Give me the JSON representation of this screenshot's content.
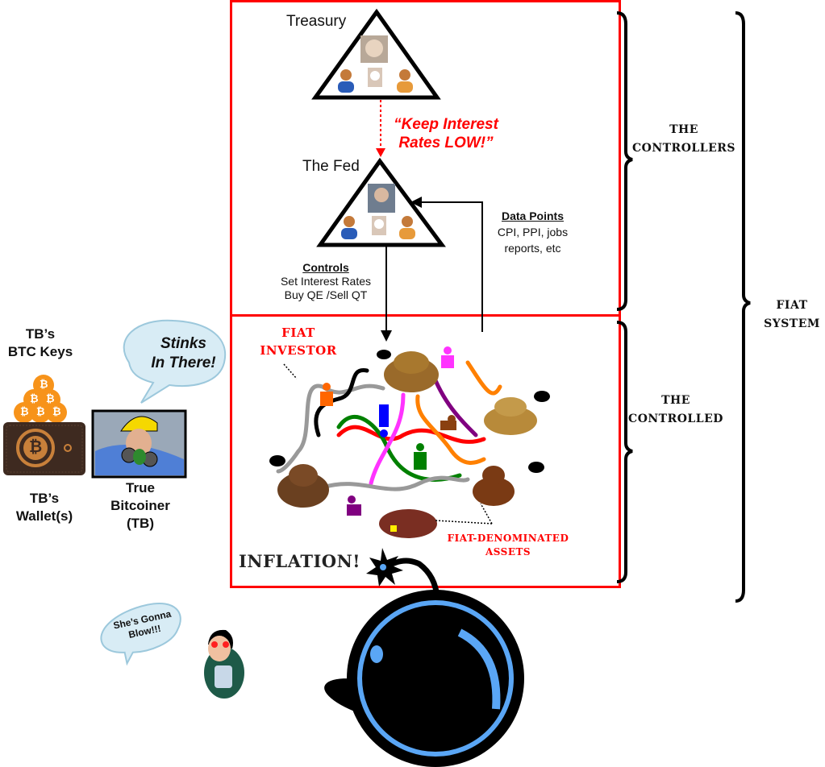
{
  "controllers": {
    "treasury_label": "Treasury",
    "fed_label": "The Fed",
    "directive_quote_line1": "“Keep Interest",
    "directive_quote_line2": "Rates LOW!”",
    "controls_title": "Controls",
    "controls_line1": "Set Interest Rates",
    "controls_line2": "Buy QE /Sell QT",
    "data_points_title": "Data Points",
    "data_points_line1": "CPI, PPI, jobs",
    "data_points_line2": "reports, etc"
  },
  "controlled": {
    "fiat_investor_line1": "FIAT",
    "fiat_investor_line2": "INVESTOR",
    "assets_line1": "FIAT-DENOMINATED",
    "assets_line2": "ASSETS",
    "inflation_label": "INFLATION!"
  },
  "brackets": {
    "controllers_line1": "THE",
    "controllers_line2": "CONTROLLERS",
    "controlled_line1": "THE",
    "controlled_line2": "CONTROLLED",
    "system_line1": "FIAT",
    "system_line2": "SYSTEM"
  },
  "bitcoiner": {
    "keys_line1": "TB’s",
    "keys_line2": "BTC Keys",
    "wallet_line1": "TB’s",
    "wallet_line2": "Wallet(s)",
    "tb_line1": "True",
    "tb_line2": "Bitcoiner",
    "tb_line3": "(TB)",
    "speech_line1": "Stinks",
    "speech_line2": "In There!",
    "coin_symbol": "₿"
  },
  "bomb_watcher": {
    "speech_line1": "She’s Gonna",
    "speech_line2": "Blow!!!"
  },
  "colors": {
    "frame_red": "#ff0000",
    "bomb_blue": "#5aa6f5",
    "coin_orange": "#f7931a",
    "wallet_brown": "#3e2a20"
  }
}
